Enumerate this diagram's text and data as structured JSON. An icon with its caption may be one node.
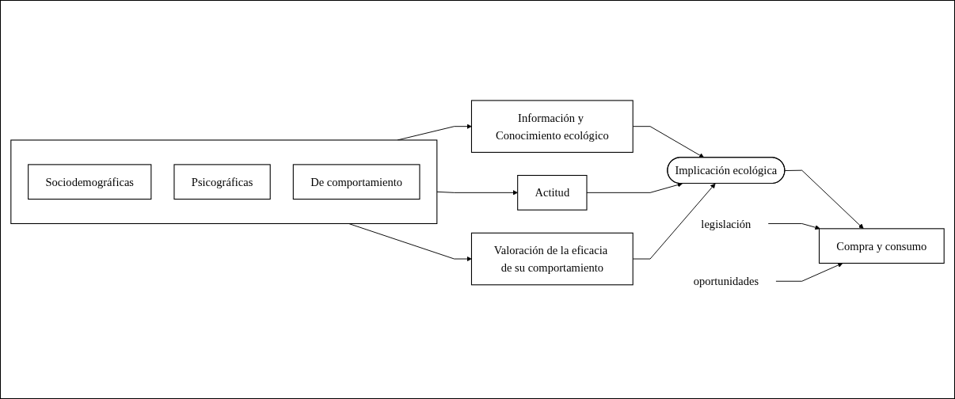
{
  "diagram": {
    "nodes": [
      {
        "text": [],
        "shape": "box"
      },
      {
        "text": [
          "Sociodemográficas"
        ],
        "in": 0
      },
      {
        "text": [
          "Psicográficas"
        ],
        "in": 0
      },
      {
        "text": [
          "De comportamiento"
        ],
        "in": 0
      },
      {
        "text": [
          "Información y Conocimiento ecológico"
        ]
      },
      {
        "text": [
          "Actitud"
        ]
      },
      {
        "text": [
          "Valoración de la eficacia de su comportamiento"
        ]
      },
      {
        "text": [
          "Implicación ecológica"
        ]
      },
      {
        "text": [
          "Compra y consumo"
        ]
      },
      {
        "text": [
          "legislación"
        ]
      },
      {
        "text": [
          "oportunidades"
        ]
      }
    ],
    "edges": [
      {
        "from": 0,
        "to": 4,
        "arrow": "to"
      },
      {
        "from": 0,
        "to": 5,
        "arrow": "to"
      },
      {
        "from": 0,
        "to": 6,
        "arrow": "to"
      },
      {
        "from": 4,
        "to": 7,
        "arrow": "to"
      },
      {
        "from": 5,
        "to": 7,
        "arrow": "to"
      },
      {
        "from": 6,
        "to": 7,
        "arrow": "to"
      },
      {
        "from": 7,
        "to": 8,
        "arrow": "to"
      },
      {
        "from": 9,
        "to": 8,
        "arrow": "to"
      },
      {
        "from": 10,
        "to": 8,
        "arrow": "to"
      }
    ]
  }
}
